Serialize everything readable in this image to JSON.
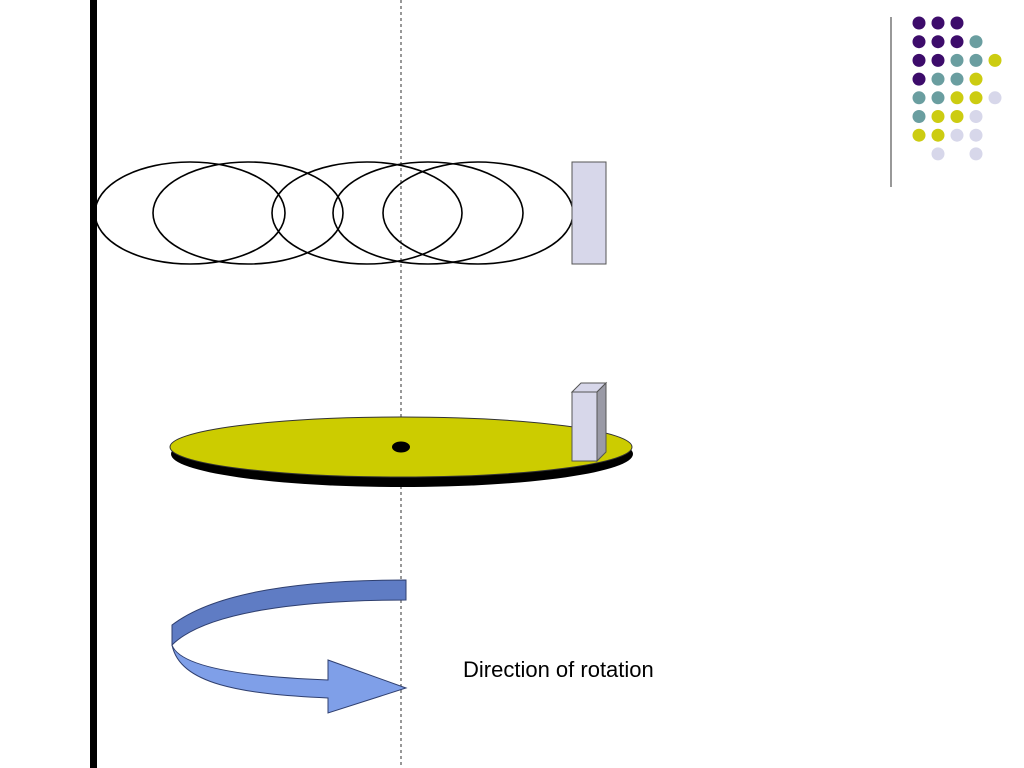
{
  "caption": "Direction of rotation",
  "colors": {
    "platform_fill": "#cccc00",
    "block_fill": "#d7d7ea",
    "arrow_light": "#7f9fe8",
    "arrow_dark": "#5f7cc4",
    "dot_purple": "#3d0c6b",
    "dot_teal": "#6a9ea0",
    "dot_yellow": "#cccc11",
    "dot_lavender": "#d7d7ea"
  },
  "decor_dots": [
    [
      "purple",
      "purple",
      "purple",
      null,
      null
    ],
    [
      "purple",
      "purple",
      "purple",
      "teal",
      null
    ],
    [
      "purple",
      "purple",
      "teal",
      "teal",
      "yellow"
    ],
    [
      "purple",
      "teal",
      "teal",
      "yellow",
      null
    ],
    [
      "teal",
      "teal",
      "yellow",
      "yellow",
      "lavender"
    ],
    [
      "teal",
      "yellow",
      "yellow",
      "lavender",
      null
    ],
    [
      "yellow",
      "yellow",
      "lavender",
      "lavender",
      null
    ],
    [
      null,
      "lavender",
      null,
      "lavender",
      null
    ]
  ]
}
